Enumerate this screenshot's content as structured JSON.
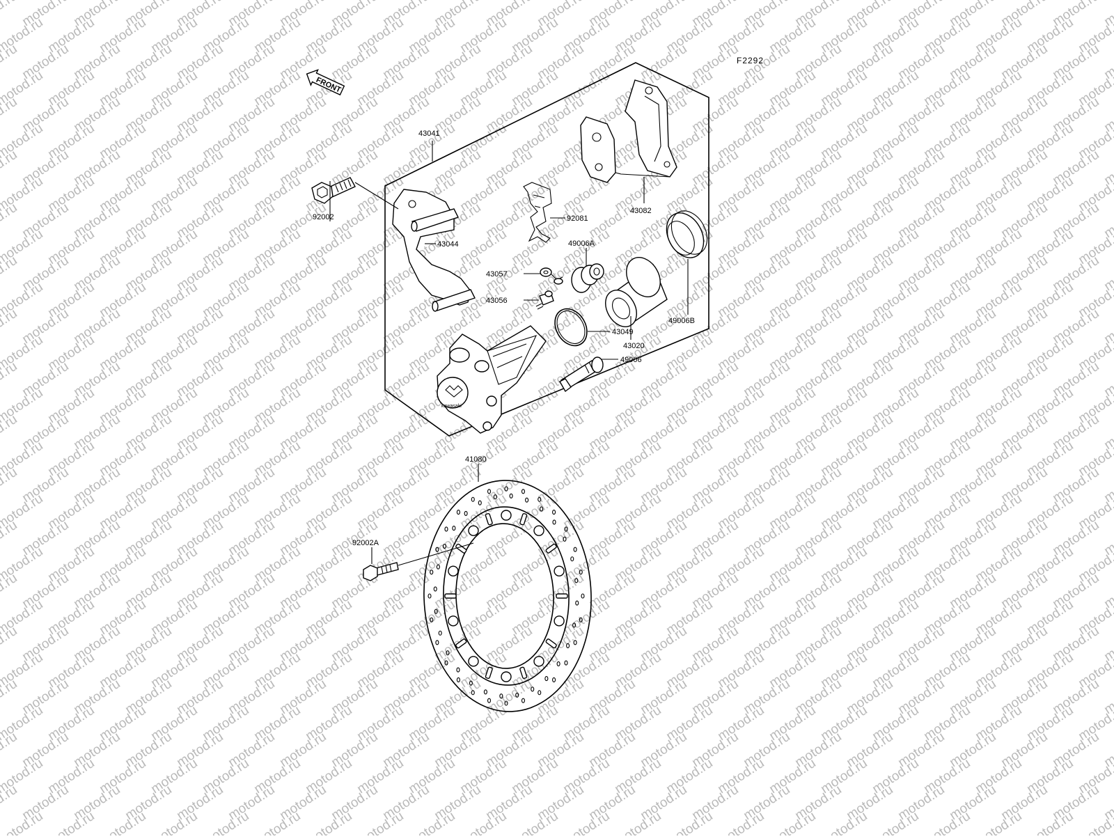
{
  "diagram": {
    "reference_code": "F2292",
    "front_arrow_label": "FRONT",
    "watermark_text": "motod.ru",
    "labels": {
      "p43041": "43041",
      "p92002": "92002",
      "p43044": "43044",
      "p92081": "92081",
      "p43082": "43082",
      "p49006A": "49006A",
      "p43057": "43057",
      "p43056": "43056",
      "p43049": "43049",
      "p43020": "43020",
      "p49006B": "49006B",
      "p49006": "49006",
      "p41080": "41080",
      "p92002A": "92002A"
    }
  }
}
